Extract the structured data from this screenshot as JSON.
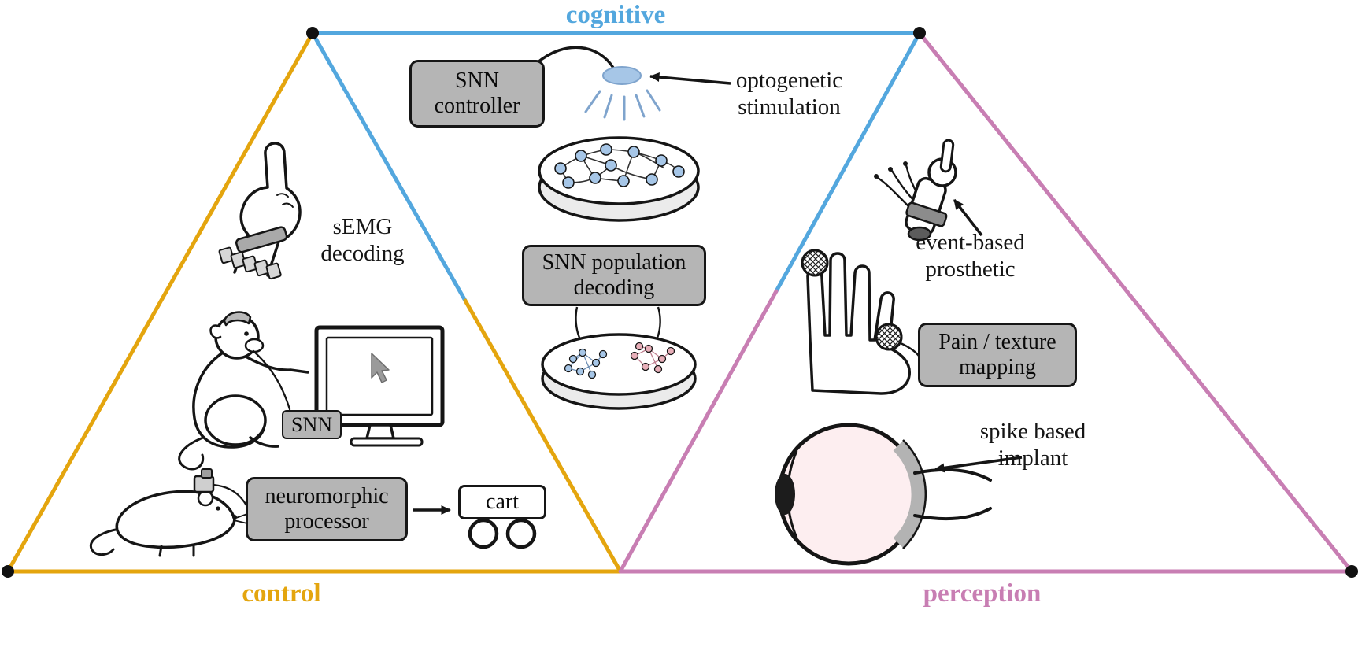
{
  "figure": {
    "regions": {
      "cognitive": {
        "label": "cognitive",
        "color": "#53a7de"
      },
      "control": {
        "label": "control",
        "color": "#e4a50e"
      },
      "perception": {
        "label": "perception",
        "color": "#c87eb3"
      }
    },
    "boxes": {
      "snn_controller": {
        "label": "SNN\ncontroller"
      },
      "snn_population_decoding": {
        "label": "SNN population\ndecoding"
      },
      "snn": {
        "label": "SNN"
      },
      "neuromorphic_processor": {
        "label": "neuromorphic\nprocessor"
      },
      "pain_texture_mapping": {
        "label": "Pain / texture\nmapping"
      },
      "cart": {
        "label": "cart"
      }
    },
    "annotations": {
      "optogenetic_stimulation": {
        "label": "optogenetic\nstimulation"
      },
      "semg_decoding": {
        "label": "sEMG\ndecoding"
      },
      "event_based_prosthetic": {
        "label": "event-based\nprosthetic"
      },
      "spike_based_implant": {
        "label": "spike based\nimplant"
      }
    },
    "icons": [
      "semg-hand-icon",
      "monkey-bci-icon",
      "monitor-cursor-icon",
      "rat-icon",
      "cart-icon",
      "optogenetic-lamp-icon",
      "petri-dish-network-icon",
      "petri-dish-populations-icon",
      "prosthetic-arm-icon",
      "sensor-hand-icon",
      "eye-implant-icon"
    ],
    "colors": {
      "box_fill": "#b5b5b5",
      "neuron_blue": "#a6c6e7",
      "neuron_pink": "#e7aeb8",
      "eye_fill": "#fdeef0"
    }
  }
}
